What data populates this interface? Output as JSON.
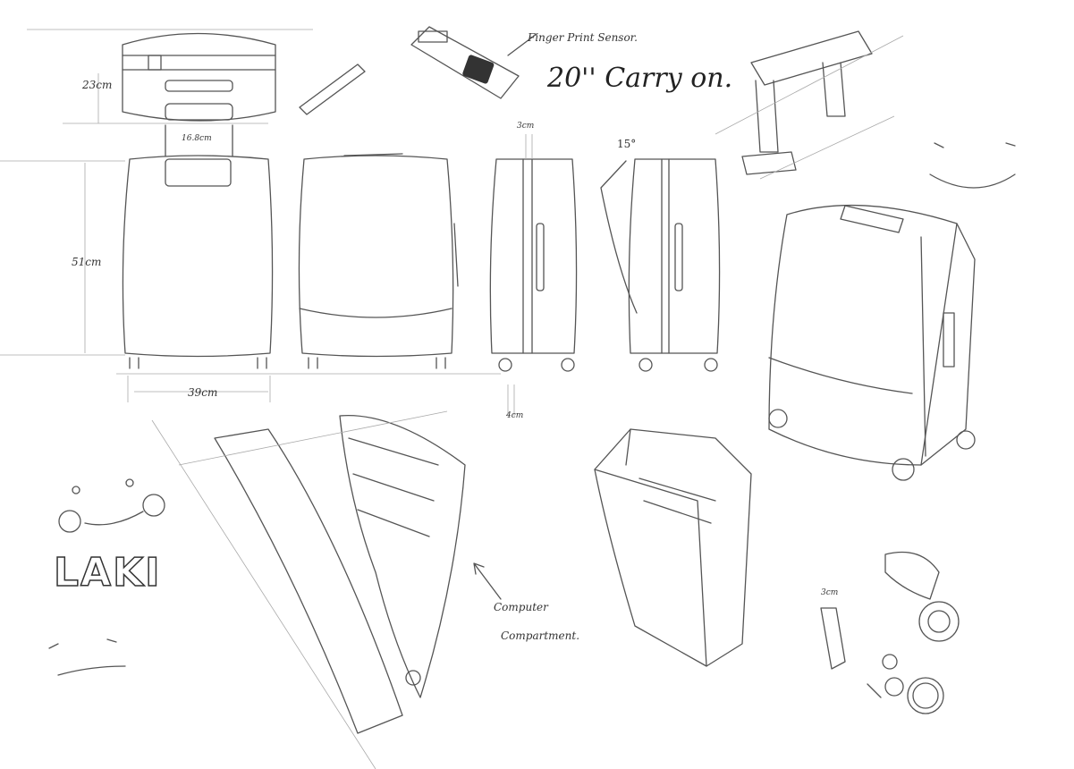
{
  "dimensions": {
    "depth": "23cm",
    "handle_width": "16.8cm",
    "height": "51cm",
    "width": "39cm",
    "wheel_height": "4cm",
    "side_handle": "3cm",
    "open_angle": "15°",
    "wheel_detail": "3cm"
  },
  "annotations": {
    "sensor": "Finger Print Sensor.",
    "title": "20'' Carry on.",
    "compartment_line1": "Computer",
    "compartment_line2": "Compartment."
  },
  "brand": "LAKI"
}
